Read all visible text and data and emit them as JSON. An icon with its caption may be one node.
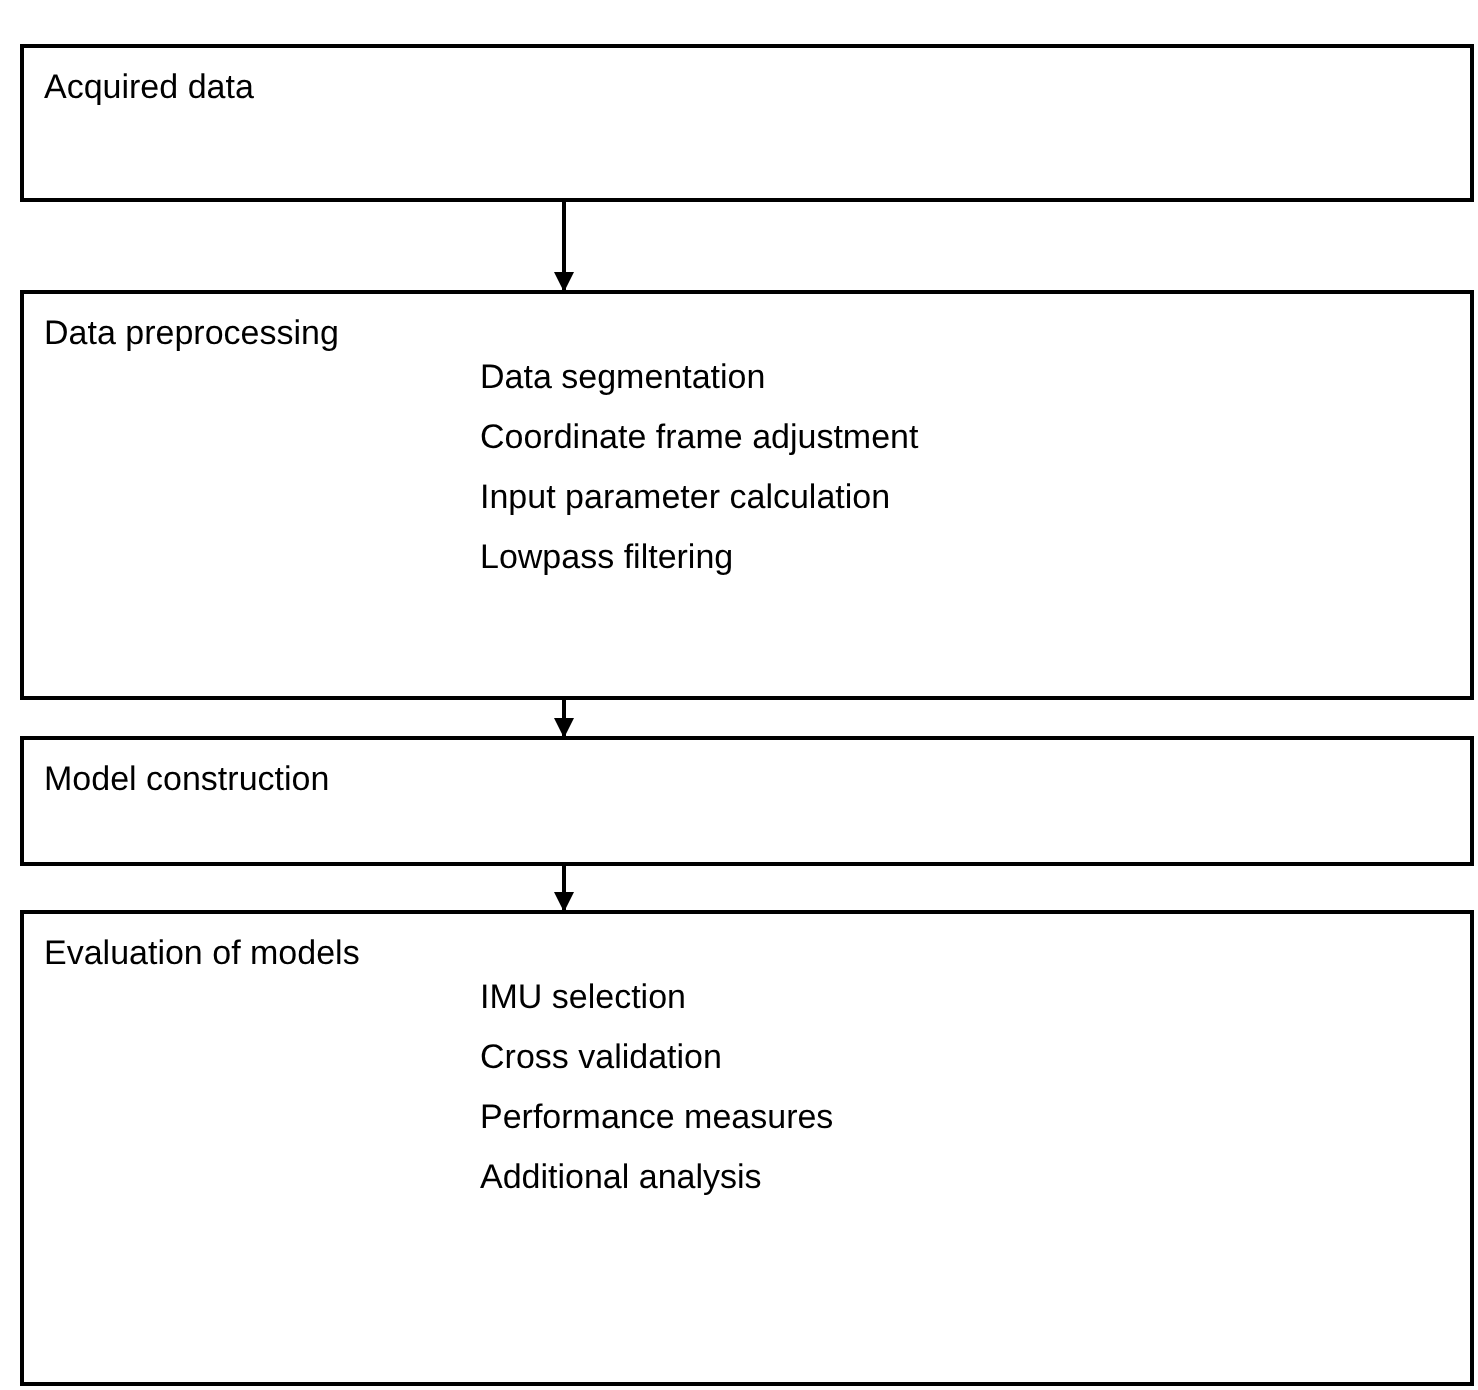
{
  "diagram": {
    "nodes": [
      {
        "text": [
          "Acquired data"
        ]
      },
      {
        "text": [
          "Data preprocessing",
          "Data segmentation",
          "Coordinate frame adjustment",
          "Input parameter calculation",
          "Lowpass filtering"
        ]
      },
      {
        "text": [
          "Model construction"
        ]
      },
      {
        "text": [
          "Evaluation of models",
          "IMU selection",
          "Cross validation",
          "Performance measures",
          "Additional analysis"
        ]
      }
    ],
    "edges": [
      {
        "from": 0,
        "to": 1,
        "arrow": "to"
      },
      {
        "from": 1,
        "to": 2,
        "arrow": "to"
      },
      {
        "from": 2,
        "to": 3,
        "arrow": "to"
      }
    ]
  }
}
